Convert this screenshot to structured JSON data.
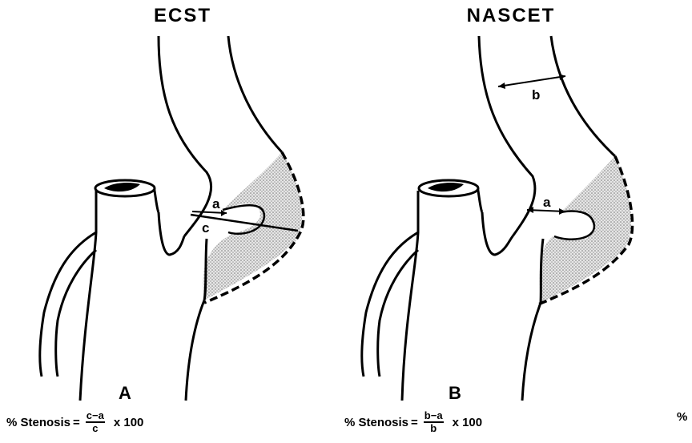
{
  "panels": {
    "ecst": {
      "title": "ECST",
      "letter": "A",
      "labels": {
        "a": "a",
        "c": "c"
      },
      "formula": {
        "prefix": "% Stenosis",
        "equals": "=",
        "numerator": "c−a",
        "denominator": "c",
        "multiplier": "x 100"
      }
    },
    "nascet": {
      "title": "NASCET",
      "letter": "B",
      "labels": {
        "a": "a",
        "b": "b"
      },
      "formula": {
        "prefix": "% Stenosis",
        "equals": "=",
        "numerator": "b−a",
        "denominator": "b",
        "multiplier": "x 100"
      }
    }
  },
  "edge_fragment": "%"
}
